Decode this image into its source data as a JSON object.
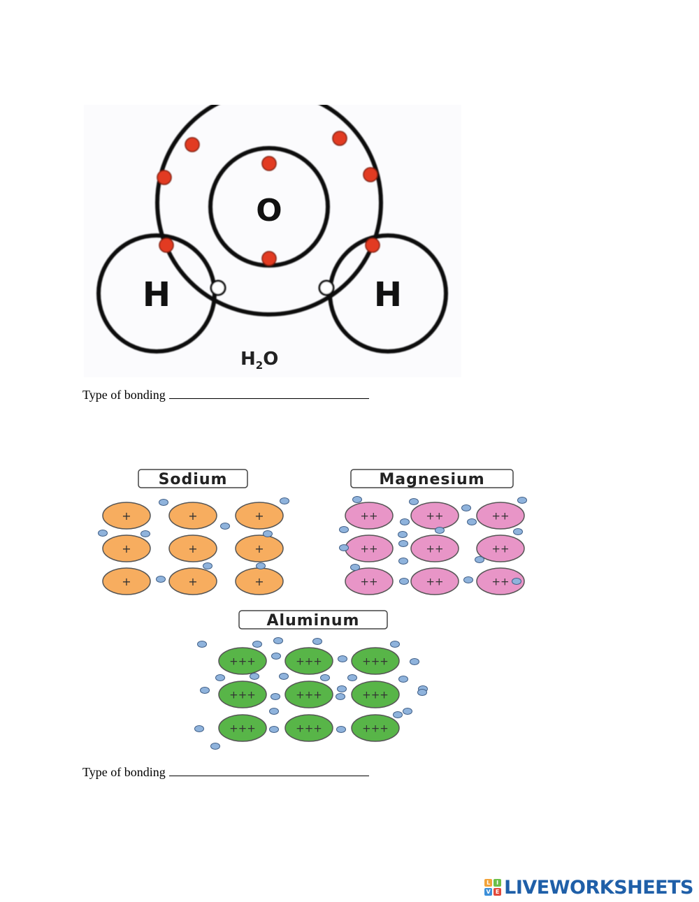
{
  "water": {
    "oxygen_symbol": "O",
    "hydrogen_symbol": "H",
    "formula_main": "H",
    "formula_sub": "2",
    "formula_tail": "O",
    "colors": {
      "shared_electron": "#ffffff",
      "oxygen_electron": "#e23b22"
    }
  },
  "metals": {
    "sodium": {
      "label": "Sodium",
      "charge": "+",
      "color": "#f7ad5f"
    },
    "magnesium": {
      "label": "Magnesium",
      "charge": "++",
      "color": "#e895c7"
    },
    "aluminum": {
      "label": "Aluminum",
      "charge": "+++",
      "color": "#58b548"
    },
    "electron_color": "#8fb3dc"
  },
  "questions": [
    {
      "label": "Type of bonding"
    },
    {
      "label": "Type of bonding"
    }
  ],
  "footer": {
    "brand": "LIVEWORKSHEETS",
    "logo_letters": [
      "L",
      "I",
      "V",
      "E"
    ]
  }
}
